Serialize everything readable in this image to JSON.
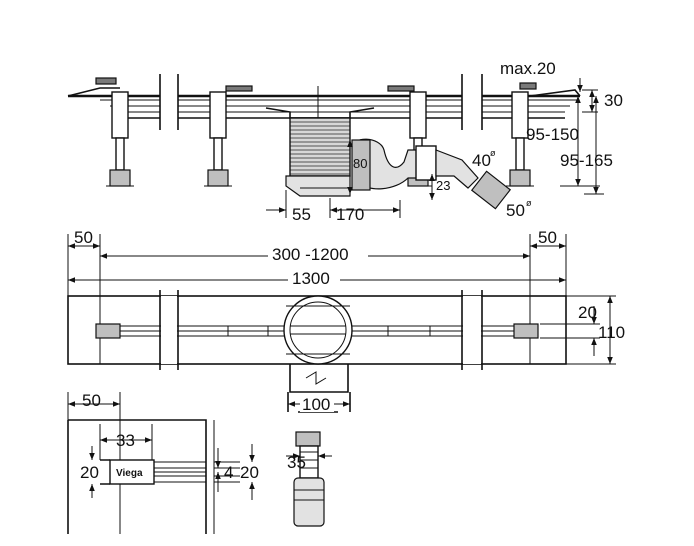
{
  "side_view": {
    "max_label": "max.20",
    "h30": "30",
    "h95_150": "95-150",
    "h95_165": "95-165",
    "h80": "80",
    "h23": "23",
    "d40": "40",
    "d50": "50",
    "diam_symbol": "ø",
    "w55": "55",
    "w170": "170"
  },
  "top_view": {
    "w50_left": "50",
    "w300_1200": "300 -1200",
    "w50_right": "50",
    "w1300": "1300",
    "h20": "20",
    "h110": "110",
    "w100": "100",
    "w35": "35"
  },
  "detail_view": {
    "w50": "50",
    "w33": "33",
    "h20": "20",
    "h4": "4",
    "h20b": "20",
    "brand": "Viega"
  }
}
